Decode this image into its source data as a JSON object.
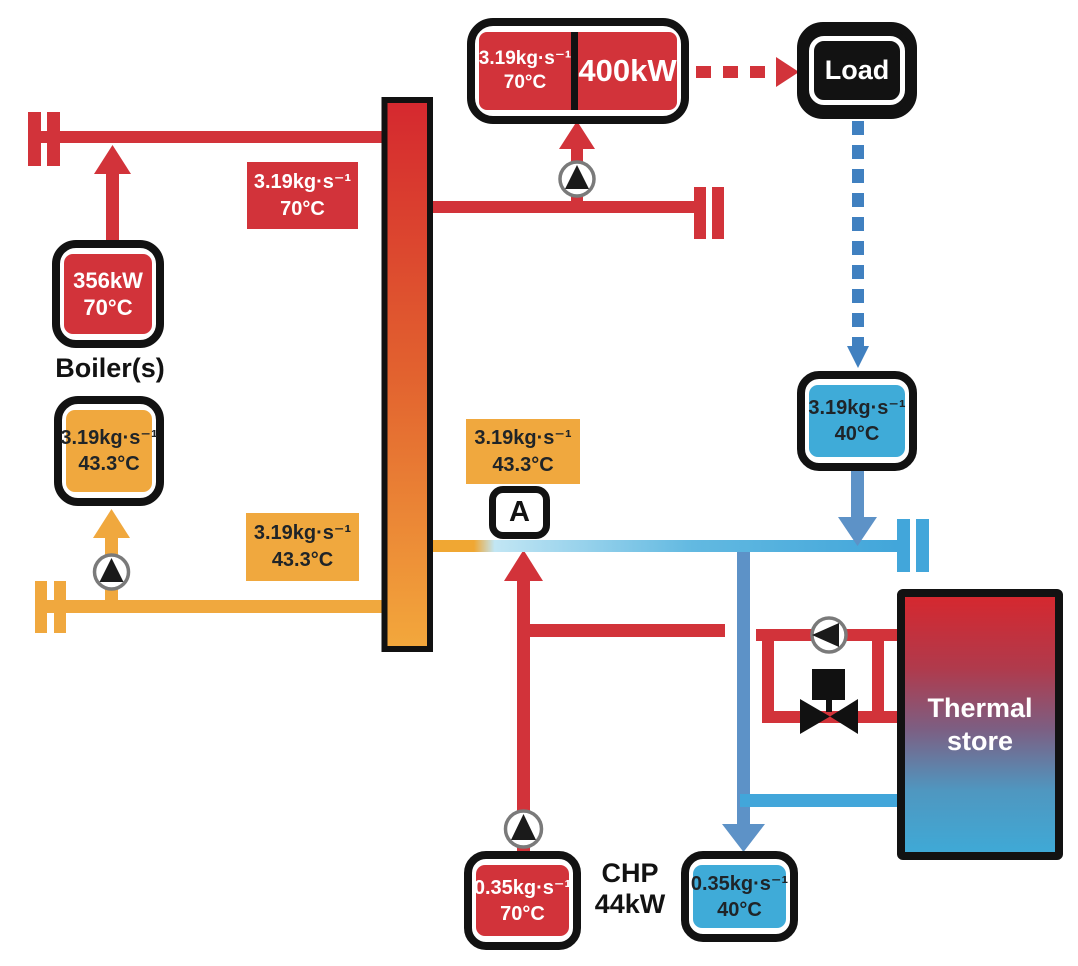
{
  "colors": {
    "red": "#d2333a",
    "orange": "#f0a83e",
    "boxblue": "#3fabd8",
    "lineblue": "#42a6da",
    "slateblue": "#5d92c7",
    "dashblue": "#4080c0",
    "ink": "#121212",
    "textdark": "#1f2428"
  },
  "boxes": {
    "supply_meter": {
      "flow": "3.19kg·s⁻¹",
      "temp": "70°C",
      "power": "400kW"
    },
    "load": {
      "label": "Load"
    },
    "boiler": {
      "power": "356kW",
      "temp": "70°C",
      "caption": "Boiler(s)"
    },
    "boiler_return": {
      "flow": "3.19kg·s⁻¹",
      "temp": "43.3°C"
    },
    "load_return": {
      "flow": "3.19kg·s⁻¹",
      "temp": "40°C"
    },
    "node_a": {
      "label": "A"
    },
    "thermal_store": {
      "line1": "Thermal",
      "line2": "store"
    },
    "chp": {
      "line1": "CHP",
      "line2": "44kW"
    },
    "chp_supply": {
      "flow": "0.35kg·s⁻¹",
      "temp": "70°C"
    },
    "chp_return": {
      "flow": "0.35kg·s⁻¹",
      "temp": "40°C"
    }
  },
  "labels": {
    "supply_pipe": {
      "flow": "3.19kg·s⁻¹",
      "temp": "70°C"
    },
    "return_pipe_left": {
      "flow": "3.19kg·s⁻¹",
      "temp": "43.3°C"
    },
    "return_pipe_mid": {
      "flow": "3.19kg·s⁻¹",
      "temp": "43.3°C"
    }
  }
}
